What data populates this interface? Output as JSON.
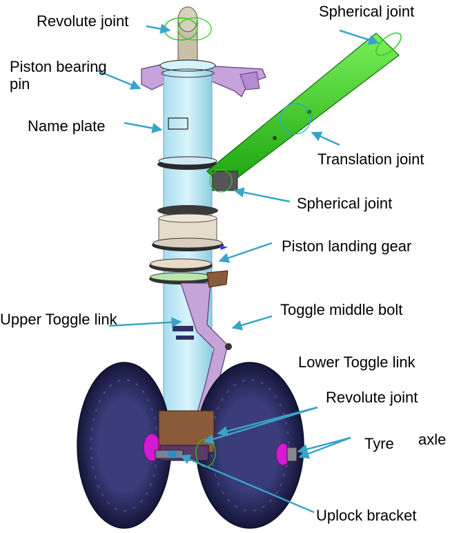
{
  "labels": {
    "revolute_joint_top": "Revolute joint",
    "spherical_joint_top": "Spherical joint",
    "piston_bearing_pin": "Piston bearing pin",
    "name_plate": "Name plate",
    "translation_joint": "Translation joint",
    "spherical_joint_mid": "Spherical joint",
    "piston_landing_gear": "Piston landing gear",
    "upper_toggle_link": "Upper Toggle link",
    "toggle_middle_bolt": "Toggle middle bolt",
    "lower_toggle_link": "Lower Toggle link",
    "revolute_joint_bottom": "Revolute joint",
    "axle": "axle",
    "tyre": "Tyre",
    "uplock_bracket": "Uplock bracket"
  },
  "colors": {
    "arrow": "#3aa3c8",
    "strut": "#bfeaf5",
    "brace": "#2ecc1a",
    "tyre": "#26285e",
    "link": "#b79ad0",
    "hub": "#d21bd2"
  }
}
